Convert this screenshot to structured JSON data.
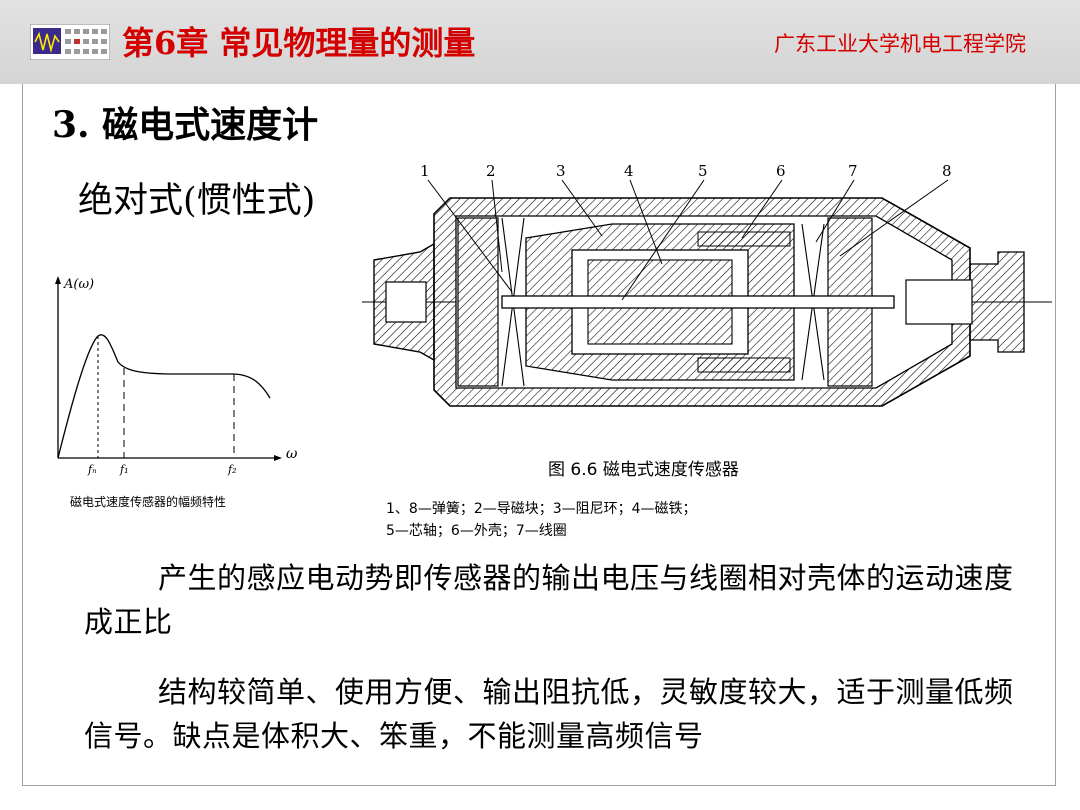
{
  "header": {
    "chapter_title": "第6章 常见物理量的测量",
    "school": "广东工业大学机电工程学院"
  },
  "section": {
    "title": "3. 磁电式速度计",
    "subtitle": "绝对式(惯性式)"
  },
  "graph": {
    "y_label": "A(ω)",
    "x_label": "ω",
    "tick_fn": "fₙ",
    "tick_f1": "f₁",
    "tick_f2": "f₂",
    "caption": "磁电式速度传感器的幅频特性"
  },
  "diagram": {
    "part_numbers": [
      "1",
      "2",
      "3",
      "4",
      "5",
      "6",
      "7",
      "8"
    ],
    "caption": "图 6.6 磁电式速度传感器",
    "legend_line1": "1、8—弹簧；2—导磁块；3—阻尼环；4—磁铁；",
    "legend_line2": "5—芯轴；6—外壳；7—线圈"
  },
  "paragraphs": [
    "产生的感应电动势即传感器的输出电压与线圈相对壳体的运动速度成正比",
    "结构较简单、使用方便、输出阻抗低，灵敏度较大，适于测量低频信号。缺点是体积大、笨重，不能测量高频信号"
  ]
}
